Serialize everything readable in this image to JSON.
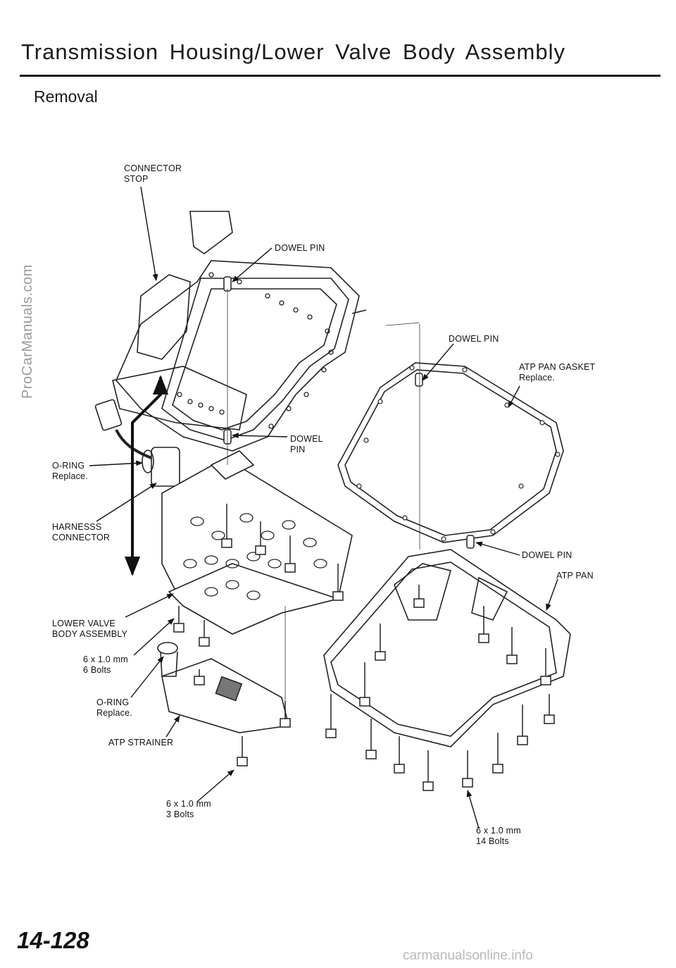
{
  "header": {
    "title": "Transmission Housing/Lower Valve Body Assembly",
    "subtitle": "Removal"
  },
  "labels": {
    "connector_stop": [
      "CONNECTOR",
      "STOP"
    ],
    "dowel_pin_top": "DOWEL PIN",
    "dowel_pin_pan_gasket": "DOWEL PIN",
    "atp_pan_gasket": [
      "ATP PAN GASKET",
      "Replace."
    ],
    "dowel_pin_mid": [
      "DOWEL",
      "PIN"
    ],
    "o_ring_top": [
      "O-RING",
      "Replace."
    ],
    "harness_connector": [
      "HARNESSS",
      "CONNECTOR"
    ],
    "dowel_pin_pan": "DOWEL PIN",
    "atp_pan": "ATP PAN",
    "lower_valve_body": [
      "LOWER VALVE",
      "BODY ASSEMBLY"
    ],
    "bolts_6": [
      "6 x 1.0 mm",
      "6 Bolts"
    ],
    "o_ring_bottom": [
      "O-RING",
      "Replace."
    ],
    "atp_strainer": "ATP STRAINER",
    "bolts_3": [
      "6 x 1.0 mm",
      "3 Bolts"
    ],
    "bolts_14": [
      "6 x 1.0 mm",
      "14 Bolts"
    ]
  },
  "watermark": "ProCarManuals.com",
  "page_number": "14-128",
  "footer": "carmanualsonline.info"
}
